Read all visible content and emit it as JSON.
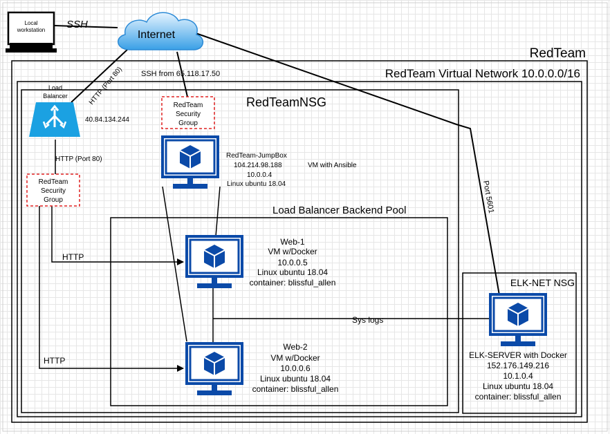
{
  "labels": {
    "local_workstation_line1": "Local",
    "local_workstation_line2": "workstation",
    "ssh": "SSH",
    "internet": "Internet",
    "redteam": "RedTeam",
    "vnet": "RedTeam Virtual Network 10.0.0.0/16",
    "ssh_from": "SSH from 65.118.17.50",
    "http_port80_diag": "HTTP (Port 80)",
    "lb_line1": "Load",
    "lb_line2": "Balancer",
    "lb_ip": "40.84.134.244",
    "nsg": "RedTeamNSG",
    "sg_top_line1": "RedTeam",
    "sg_top_line2": "Security",
    "sg_top_line3": "Group",
    "sg_left_line1": "RedTeam",
    "sg_left_line2": "Security",
    "sg_left_line3": "Group",
    "http_port80": "HTTP (Port 80)",
    "jumpbox_name": "RedTeam-JumpBox",
    "jumpbox_ip": "104.214.98.188",
    "jumpbox_private": "10.0.0.4",
    "jumpbox_os": "Linux ubuntu 18.04",
    "jumpbox_role": "VM with Ansible",
    "port5601": "Port 5601",
    "backend_pool": "Load Balancer Backend Pool",
    "http_web1": "HTTP",
    "http_web2": "HTTP",
    "web1_name": "Web-1",
    "web1_type": "VM w/Docker",
    "web1_ip": "10.0.0.5",
    "web1_os": "Linux ubuntu 18.04",
    "web1_container": "container: blissful_allen",
    "web2_name": "Web-2",
    "web2_type": "VM w/Docker",
    "web2_ip": "10.0.0.6",
    "web2_os": "Linux ubuntu 18.04",
    "web2_container": "container: blissful_allen",
    "syslogs": "Sys logs",
    "elk_nsg": "ELK-NET NSG",
    "elk_name": "ELK-SERVER with Docker",
    "elk_ip": "152.176.149.216",
    "elk_private": "10.1.0.4",
    "elk_os": "Linux ubuntu 18.04",
    "elk_container": "container: blissful_allen"
  },
  "colors": {
    "vm_blue": "#0b4aa8",
    "cloud_blue": "#3aa0e6",
    "lb_blue": "#1ba1e2",
    "sg_border": "#e02020"
  },
  "icons": {
    "workstation": "monitor-icon",
    "internet": "cloud-icon",
    "load_balancer": "load-balancer-icon",
    "vm": "virtual-machine-icon"
  }
}
